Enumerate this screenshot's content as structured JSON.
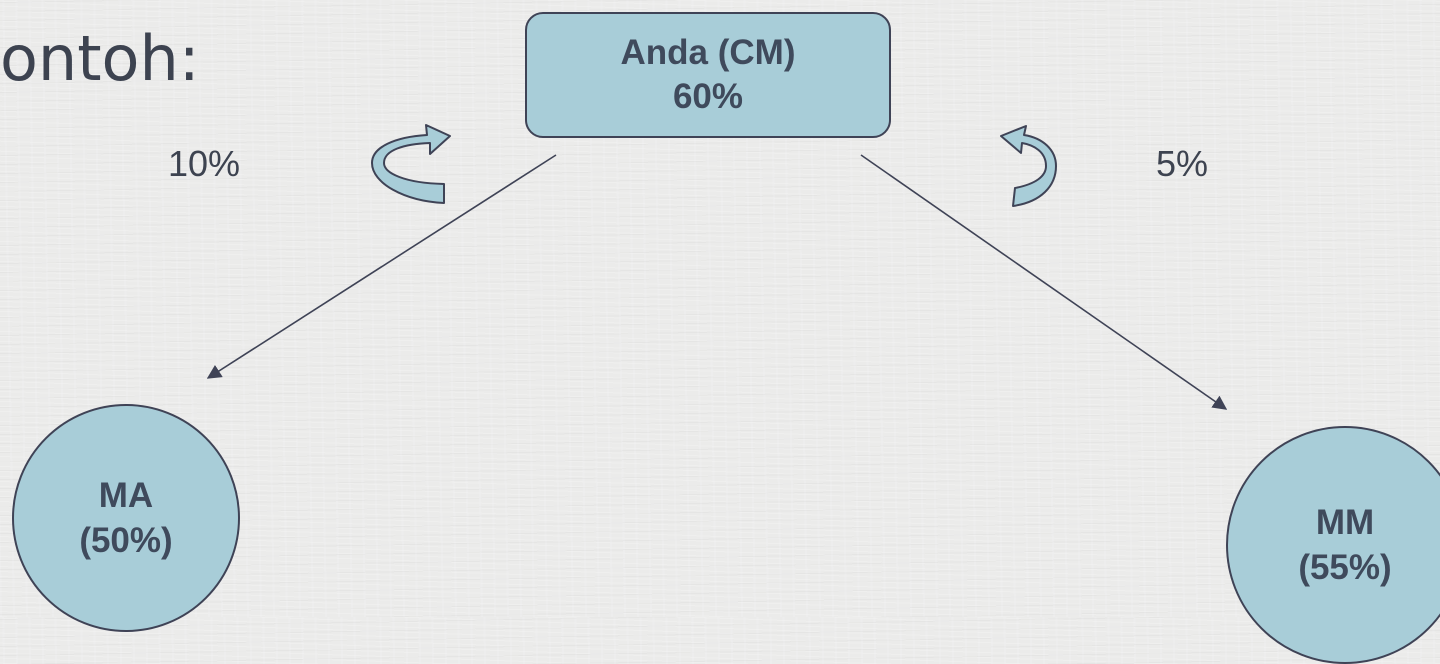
{
  "heading": "ontoh:",
  "nodes": {
    "center": {
      "line1": "Anda (CM)",
      "line2": "60%"
    },
    "left": {
      "line1": "MA",
      "line2": "(50%)"
    },
    "right": {
      "line1": "MM",
      "line2": "(55%)"
    }
  },
  "edge_labels": {
    "left": "10%",
    "right": "5%"
  },
  "colors": {
    "node_fill": "#a8cdd8",
    "node_stroke": "#3f4356",
    "node_text": "#3f4a5c",
    "curved_arrow_fill": "#a8cdd8",
    "connector_line": "#3f4356",
    "background": "#ebebea"
  },
  "icons": {
    "left_curved_arrow": "curved-arrow-icon",
    "right_curved_arrow": "curved-arrow-icon"
  }
}
